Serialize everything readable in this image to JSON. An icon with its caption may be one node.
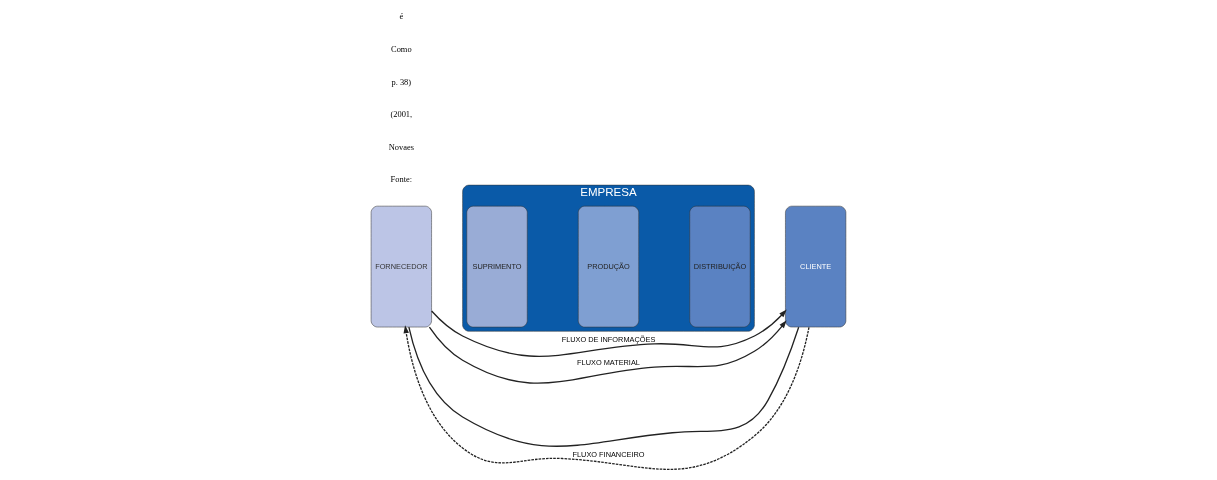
{
  "diagram": {
    "nodes": [
      {
        "text": [
          "FORNECEDOR"
        ]
      },
      {
        "text": [
          "EMPRESA"
        ]
      },
      {
        "text": [
          "SUPRIMENTO"
        ],
        "in": 1
      },
      {
        "text": [
          "PRODUÇÃO"
        ],
        "in": 1
      },
      {
        "text": [
          "DISTRIBUIÇÃO"
        ],
        "in": 1
      },
      {
        "text": [
          "CLIENTE"
        ]
      }
    ],
    "edges": [
      {
        "from": 0,
        "to": 5,
        "arrow": "to",
        "label": "FLUXO DE INFORMAÇÕES"
      },
      {
        "from": 5,
        "to": 0,
        "arrow": "none"
      },
      {
        "from": 0,
        "to": 5,
        "arrow": "to",
        "label": "FLUXO MATERIAL"
      },
      {
        "from": 5,
        "to": 0,
        "arrow": "to",
        "style": "dashed",
        "label": "FLUXO FINANCEIRO"
      }
    ],
    "labels": [
      "Fonte:",
      "Novaes",
      "(2001,",
      "p. 38)",
      "Como",
      "é"
    ]
  }
}
